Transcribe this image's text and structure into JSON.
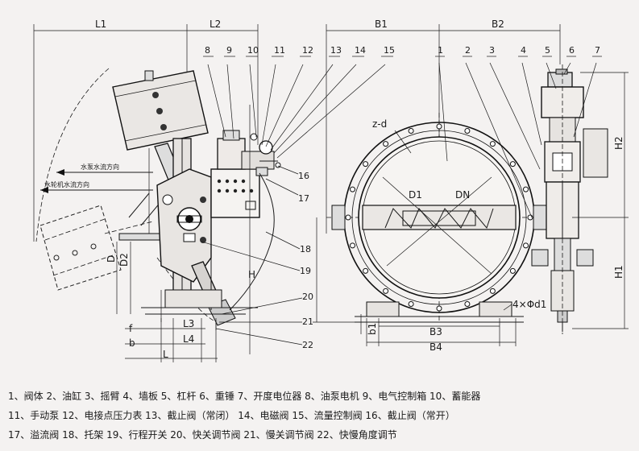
{
  "dimensions": {
    "L1": "L1",
    "L2": "L2",
    "B1": "B1",
    "B2": "B2",
    "H": "H",
    "H1": "H1",
    "H2": "H2",
    "D": "D",
    "D2": "D2",
    "D1": "D1",
    "DN": "DN",
    "f": "f",
    "b": "b",
    "b1": "b1",
    "L3": "L3",
    "L4": "L4",
    "B3": "B3",
    "B4": "B4",
    "zd": "z-d",
    "bolt": "4×Φd1"
  },
  "callouts_left": [
    "8",
    "9",
    "10",
    "11",
    "12",
    "13",
    "14",
    "15",
    "16",
    "17",
    "18",
    "19",
    "20",
    "21",
    "22"
  ],
  "callouts_right": [
    "1",
    "2",
    "3",
    "4",
    "5",
    "6",
    "7"
  ],
  "flow": {
    "pump": "水泵水流方向",
    "turbine": "水轮机水流方向"
  },
  "legend": {
    "line1": "1、阀体 2、油缸 3、摇臂 4、墙板 5、杠杆 6、重锤 7、开度电位器 8、油泵电机 9、电气控制箱 10、蓄能器",
    "line2": "11、手动泵 12、电接点压力表 13、截止阀（常闭） 14、电磁阀 15、流量控制阀 16、截止阀（常开）",
    "line3": "17、溢流阀 18、托架 19、行程开关 20、快关调节阀 21、慢关调节阀 22、快慢角度调节"
  }
}
